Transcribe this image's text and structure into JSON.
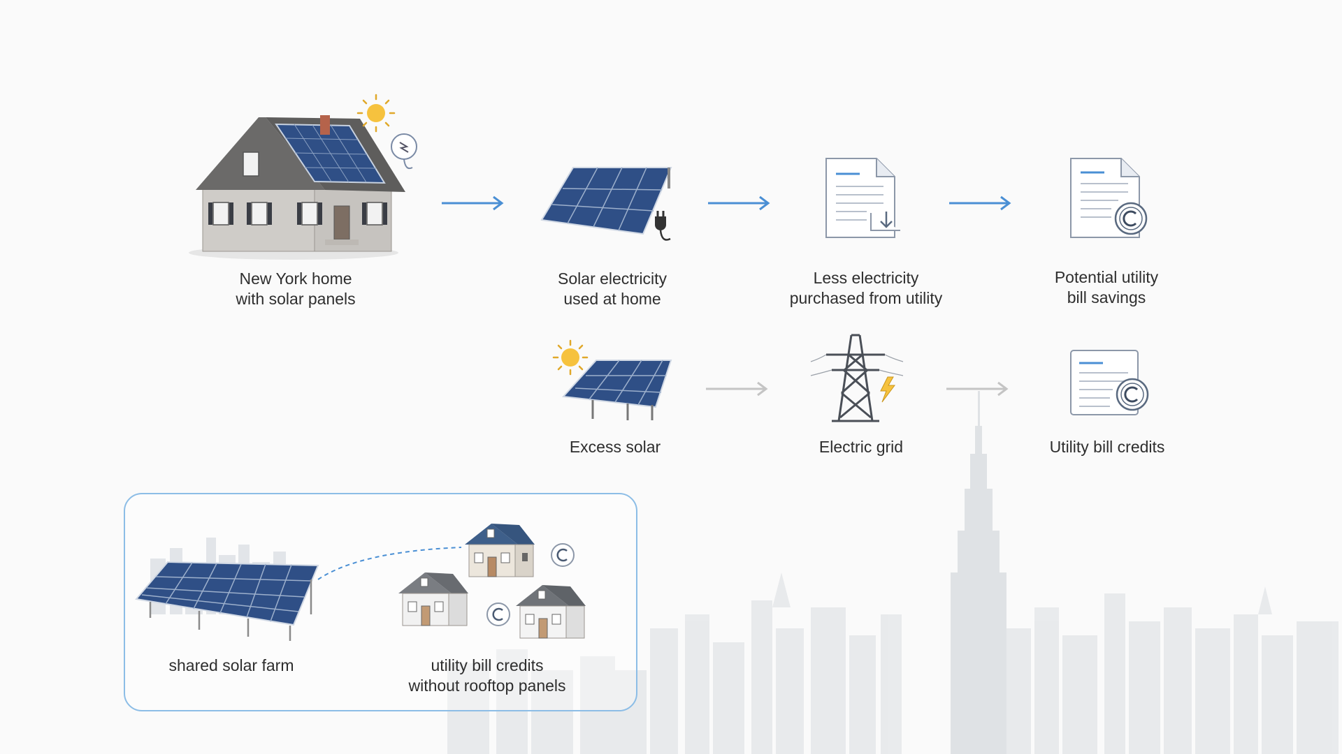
{
  "main_flow": {
    "home_label": [
      "New York home",
      "with solar panels"
    ],
    "solar_used_label": [
      "Solar electricity",
      "used at home"
    ],
    "less_purchased_label": [
      "Less electricity",
      "purchased from utility"
    ],
    "savings_label": [
      "Potential utility",
      "bill savings"
    ]
  },
  "excess_flow": {
    "excess_label": "Excess solar",
    "grid_label": "Electric grid",
    "credits_label": "Utility bill credits"
  },
  "shared_solar": {
    "farm_label": "shared solar farm",
    "credits_label": [
      "utility bill credits",
      "without rooftop panels"
    ]
  },
  "colors": {
    "arrow_blue": "#4a8fd4",
    "arrow_gray": "#c4c4c4",
    "box_border": "#8cbde6",
    "panel_blue": "#2f4f86",
    "sun": "#f6c23e"
  }
}
